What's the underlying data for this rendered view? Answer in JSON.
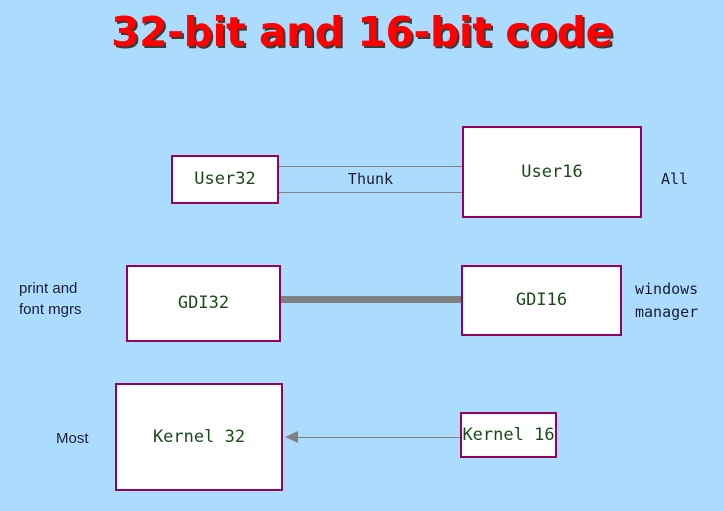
{
  "slide": {
    "title": "32-bit and 16-bit code",
    "background_color": "#abdcfd",
    "title_color": "#fe0000",
    "box_border_color": "#97005c",
    "box_fill_color": "#ffffff",
    "box_text_color": "#1b4a18",
    "annotation_color": "#1c1c34",
    "connector_color": "#808080"
  },
  "boxes": [
    {
      "id": "user32",
      "label": "User32"
    },
    {
      "id": "user16",
      "label": "User16"
    },
    {
      "id": "gdi32",
      "label": "GDI32"
    },
    {
      "id": "gdi16",
      "label": "GDI16"
    },
    {
      "id": "kernel32",
      "label": "Kernel 32"
    },
    {
      "id": "kernel16",
      "label": "Kernel 16"
    }
  ],
  "connectors": {
    "thunk_label": "Thunk"
  },
  "annotations": {
    "all": "All",
    "print_and_font_mgrs": "print and\nfont mgrs",
    "windows_manager": "windows\nmanager",
    "most": "Most"
  }
}
